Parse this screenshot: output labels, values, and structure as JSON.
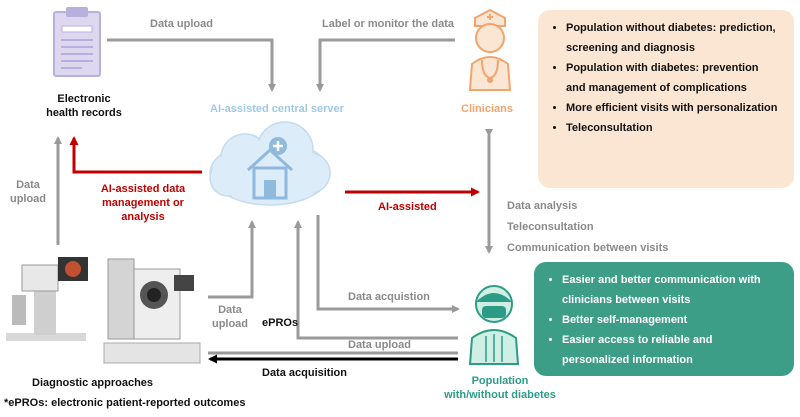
{
  "server": {
    "title": "AI-assisted central server"
  },
  "ehr": {
    "title": "Electronic health records",
    "line1": "Electronic",
    "line2": "health records"
  },
  "clinicians": {
    "title": "Clinicians"
  },
  "diagnostic": {
    "title": "Diagnostic approaches"
  },
  "population": {
    "line1": "Population",
    "line2": "with/without diabetes"
  },
  "arrows": {
    "data_upload_top": "Data upload",
    "label_monitor": "Label or monitor the data",
    "data_upload_left_1": "Data",
    "data_upload_left_2": "upload",
    "ai_mgmt_1": "AI-assisted data",
    "ai_mgmt_2": "management or",
    "ai_mgmt_3": "analysis",
    "ai_assisted": "AI-assisted",
    "data_analysis": "Data analysis",
    "teleconsultation": "Teleconsultation",
    "communication": "Communication between visits",
    "data_upload_mid_1": "Data",
    "data_upload_mid_2": "upload",
    "epros": "ePROs",
    "data_acquisition_mid": "Data acquistion",
    "data_upload_bottom": "Data upload",
    "data_acquisition_bottom": "Data acquisition"
  },
  "clinician_box": {
    "items": [
      "Population without diabetes: prediction, screening and diagnosis",
      "Population with diabetes: prevention and management of complications",
      "More efficient visits with personalization",
      "Teleconsultation"
    ]
  },
  "population_box": {
    "items": [
      "Easier and better communication with clinicians between visits",
      "Better self-management",
      "Easier access to reliable and personalized  information"
    ]
  },
  "footnote": "*ePROs: electronic patient-reported outcomes",
  "colors": {
    "gray_arrow": "#9a9a9a",
    "red_arrow": "#c00000",
    "black_arrow": "#000000",
    "cloud": "#dcecf8",
    "clinician_box": "#fbe6d3",
    "population_box": "#3d9e87",
    "ehr_icon": "#b8b0dc"
  },
  "icons": {
    "ehr": "clipboard-icon",
    "server": "cloud-hospital-icon",
    "clinician": "nurse-icon",
    "patient": "masked-person-icon",
    "device": "retinal-camera-icon"
  }
}
